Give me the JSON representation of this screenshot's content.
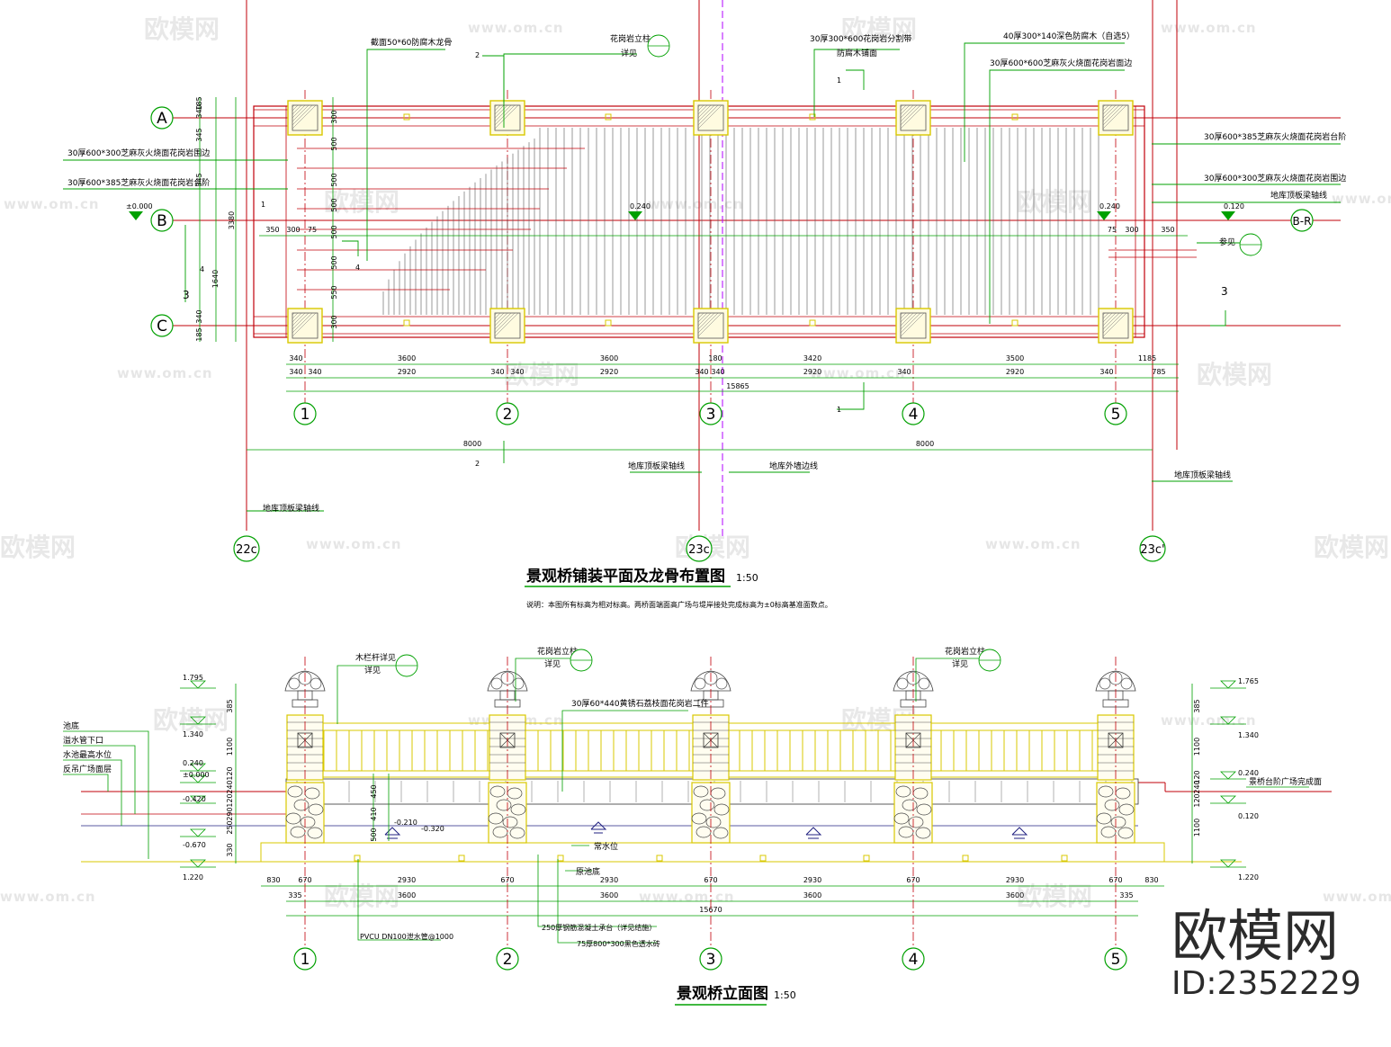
{
  "watermark": {
    "brand": "欧模网",
    "url": "www.om.cn",
    "side_brand": "欧模网",
    "side_id": "ID:2352229"
  },
  "plan": {
    "title": "景观桥铺装平面及龙骨布置图",
    "scale": "1:50",
    "note": "说明：本图所有标高为相对标高。两桥面端面高广场与堤岸接处完成标高为±0标高基准面数点。",
    "grid_rows": [
      "A",
      "B",
      "C"
    ],
    "grid_cols": [
      "1",
      "2",
      "3",
      "4",
      "5"
    ],
    "datum_axes": [
      "22c",
      "23c",
      "23c'"
    ],
    "section_tag": "B-R",
    "elev_left": "±0.000",
    "elev_mid": "0.240",
    "elev_right": "0.240",
    "elev_far": "0.120",
    "callouts": {
      "top_a": "截面50*60防腐木龙骨",
      "top_b": "花岗岩立柱",
      "top_b2": "详见",
      "top_c": "30厚300*600花岗岩分割带",
      "top_c2": "防腐木铺面",
      "top_d": "40厚300*140深色防腐木（自选5）",
      "top_e": "30厚600*600芝麻灰火烧面花岗岩面边",
      "left_a": "30厚600*300芝麻灰火烧面花岗岩围边",
      "left_b": "30厚600*385芝麻灰火烧面花岗岩台阶",
      "right_a": "30厚600*385芝麻灰火烧面花岗岩台阶",
      "right_b": "30厚600*300芝麻灰火烧面花岗岩围边",
      "right_c": "地库顶板梁轴线",
      "right_d": "参见",
      "mid_a": "地库顶板梁轴线",
      "mid_b": "地库外墙边线",
      "far_right": "地库顶板梁轴线",
      "bottom_left": "地库顶板梁轴线"
    },
    "dims_top_row": [
      "340",
      "3600",
      "3600",
      "180",
      "3420",
      "3500",
      "1185"
    ],
    "dims_mid_row": [
      "340",
      "340",
      "2920",
      "340",
      "340",
      "2920",
      "340",
      "340",
      "2920",
      "340",
      "2920",
      "340",
      "785"
    ],
    "dims_total": "15865",
    "dims_bottom": [
      "8000",
      "8000"
    ],
    "dims_small": [
      "350",
      "300",
      "75",
      "75",
      "300",
      "350"
    ],
    "dims_vertical": [
      "185",
      "340",
      "345",
      "345",
      "1640",
      "340",
      "185",
      "3380"
    ],
    "dims_inner": [
      "300",
      "500",
      "500",
      "500",
      "500",
      "500",
      "550",
      "300"
    ],
    "ref_nums": [
      "2",
      "1",
      "1",
      "2",
      "3",
      "3",
      "4",
      "4",
      "1"
    ]
  },
  "elevation": {
    "title": "景观桥立面图",
    "scale": "1:50",
    "left_labels": [
      "池底",
      "溢水管下口",
      "水池最高水位",
      "反吊广场面层"
    ],
    "left_elevs": [
      "1.795",
      "1.340",
      "0.240",
      "±0.000",
      "-0.420",
      "-0.670",
      "1.220"
    ],
    "right_elevs": [
      "1.765",
      "1.340",
      "0.240",
      "0.120",
      "1.220"
    ],
    "right_label": "景桥台阶广场完成面",
    "callouts": {
      "c1": "木栏杆详见",
      "c1b": "详见",
      "c2": "花岗岩立柱",
      "c2b": "详见",
      "c3": "花岗岩立柱",
      "c3b": "详见",
      "rail": "30厚60*440黄锈石荔枝面花岗岩二件",
      "water": "常水位",
      "bottom": "原池底",
      "wl": "-0.210",
      "wl2": "-0.320",
      "b1": "PVCU DN100泄水管@1000",
      "b2": "250厚钢筋混凝土承台（详见结施）",
      "b3": "75厚800*300黑色透水砖"
    },
    "dims_row1": [
      "830",
      "670",
      "2930",
      "670",
      "2930",
      "670",
      "2930",
      "670",
      "2930",
      "670",
      "830"
    ],
    "dims_row2": [
      "335",
      "3600",
      "3600",
      "3600",
      "3600",
      "335"
    ],
    "dims_total": "15670",
    "dims_left_vertical": [
      "385",
      "1100",
      "120",
      "240",
      "120",
      "290",
      "250",
      "330"
    ],
    "dims_right_vertical": [
      "385",
      "1100",
      "120",
      "240",
      "120",
      "1100"
    ],
    "post_dims": [
      "450",
      "410",
      "500"
    ]
  }
}
